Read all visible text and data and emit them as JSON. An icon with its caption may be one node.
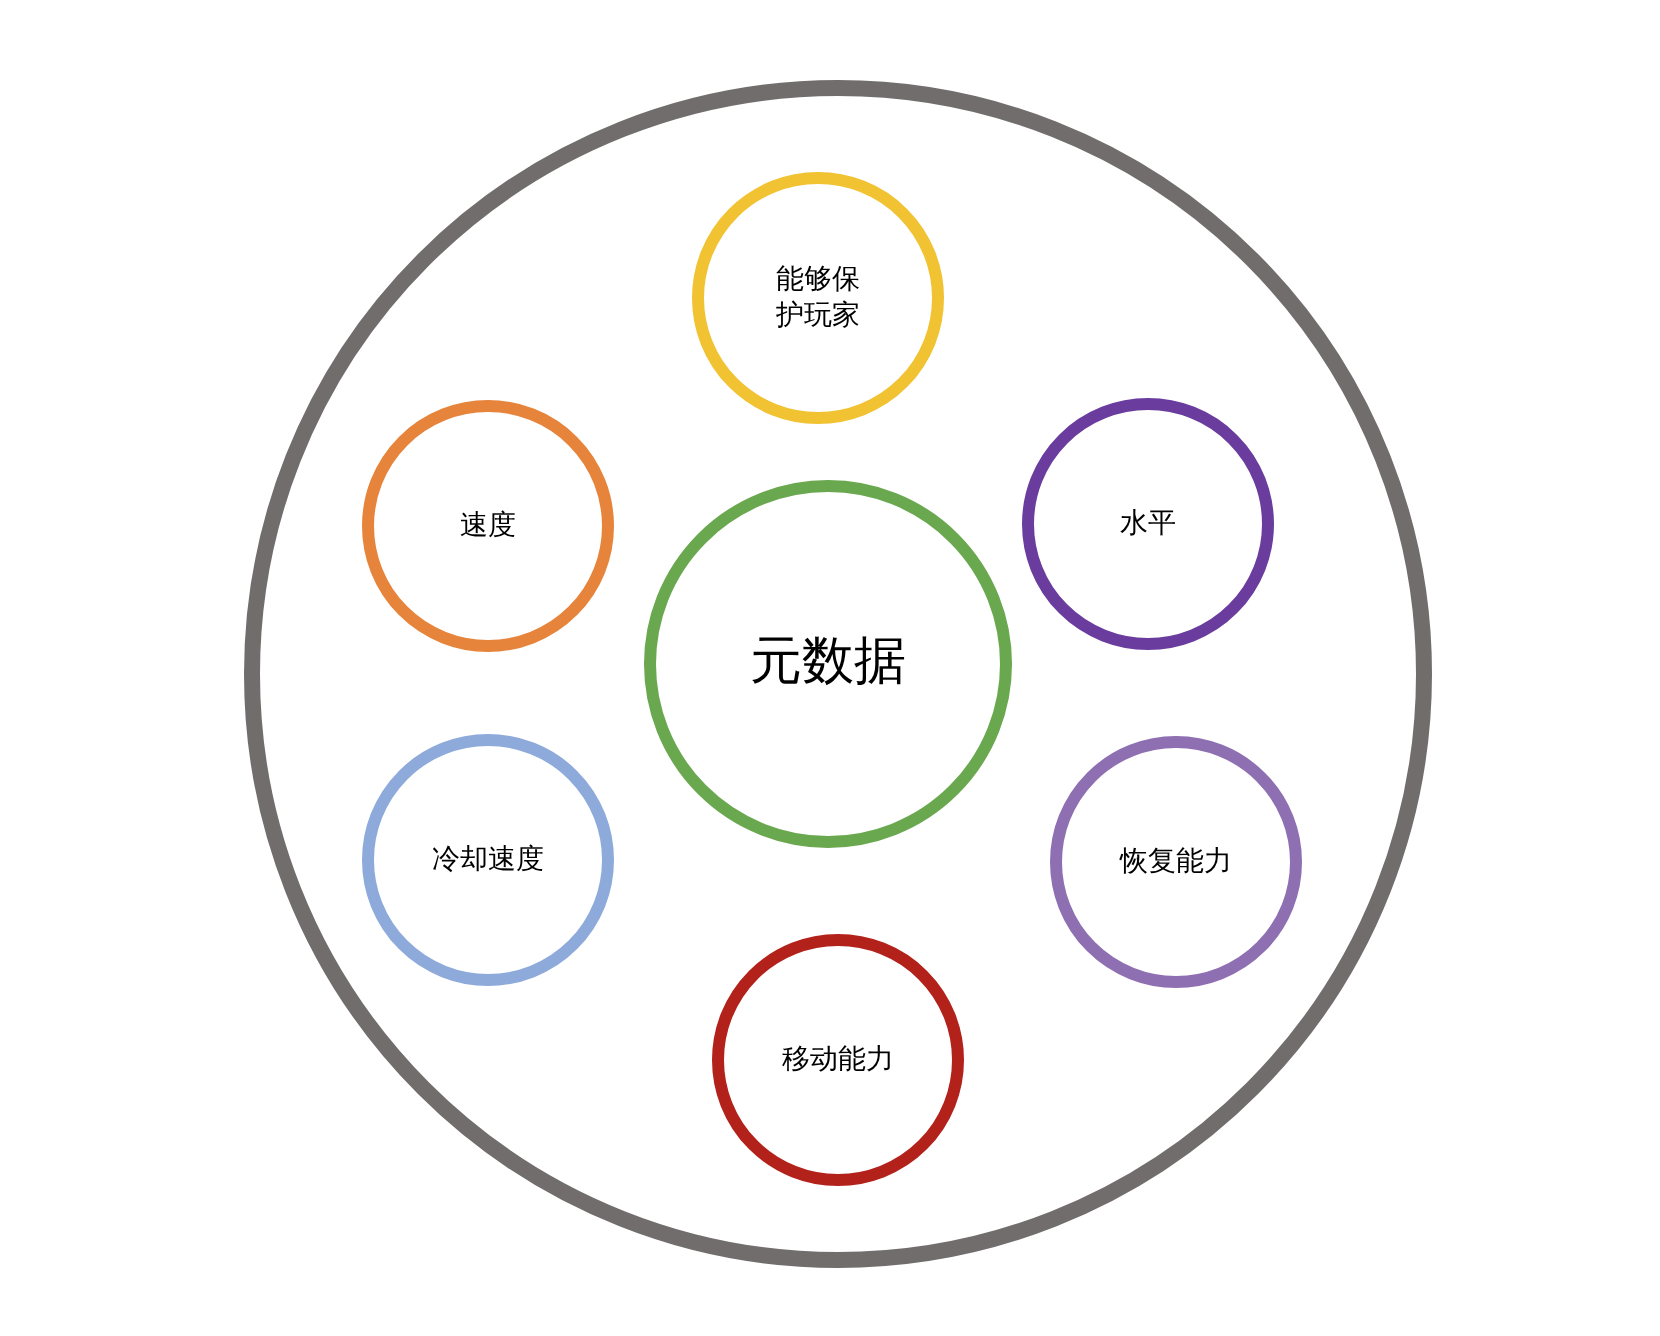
{
  "diagram": {
    "nodes": [
      {
        "text": [],
        "shape": "circle"
      },
      {
        "text": [
          "能够保护玩家"
        ],
        "in": 0
      },
      {
        "text": [
          "速度"
        ],
        "in": 0
      },
      {
        "text": [
          "水平"
        ],
        "in": 0
      },
      {
        "text": [
          "元数据"
        ],
        "in": 0
      },
      {
        "text": [
          "冷却速度"
        ],
        "in": 0
      },
      {
        "text": [
          "恢复能力"
        ],
        "in": 0
      },
      {
        "text": [
          "移动能力"
        ],
        "in": 0
      }
    ]
  }
}
